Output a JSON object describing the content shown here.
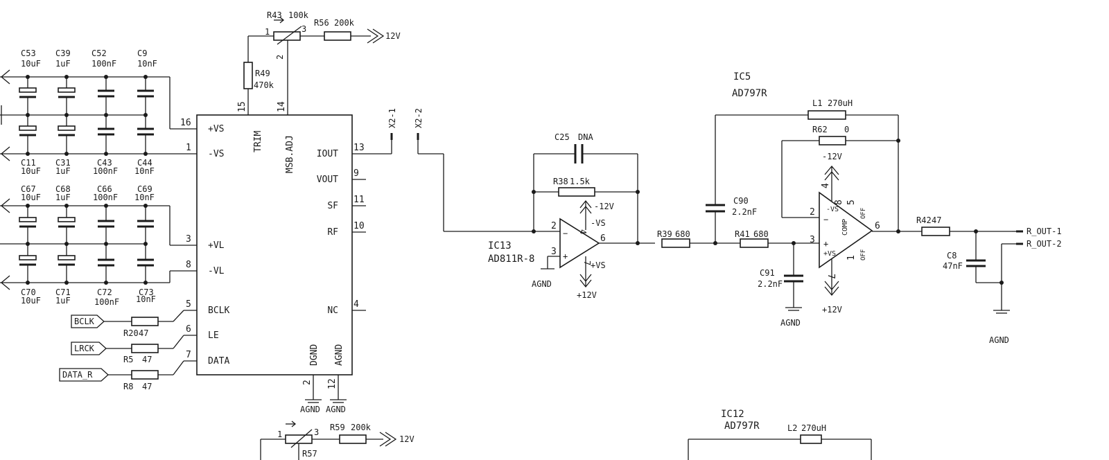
{
  "ic_main": {
    "left_pins": [
      {
        "num": "16",
        "name": "+VS"
      },
      {
        "num": "1",
        "name": "-VS"
      },
      {
        "num": "3",
        "name": "+VL"
      },
      {
        "num": "8",
        "name": "-VL"
      },
      {
        "num": "5",
        "name": "BCLK"
      },
      {
        "num": "6",
        "name": "LE"
      },
      {
        "num": "7",
        "name": "DATA"
      }
    ],
    "right_pins": [
      {
        "num": "13",
        "name": "IOUT"
      },
      {
        "num": "9",
        "name": "VOUT"
      },
      {
        "num": "11",
        "name": "SF"
      },
      {
        "num": "10",
        "name": "RF"
      },
      {
        "num": "4",
        "name": "NC"
      }
    ],
    "top_pins": [
      {
        "num": "15",
        "name": "TRIM"
      },
      {
        "num": "14",
        "name": "MSB.ADJ"
      }
    ],
    "bottom_pins": [
      {
        "num": "2",
        "name": "DGND"
      },
      {
        "num": "12",
        "name": "AGND"
      }
    ],
    "gnd_labels": [
      "AGND",
      "AGND"
    ]
  },
  "caps_top": [
    {
      "name": "C53",
      "value": "10uF"
    },
    {
      "name": "C39",
      "value": "1uF"
    },
    {
      "name": "C52",
      "value": "100nF"
    },
    {
      "name": "C9",
      "value": "10nF"
    }
  ],
  "caps_top_bottom": [
    {
      "name": "C11",
      "value": "10uF"
    },
    {
      "name": "C31",
      "value": "1uF"
    },
    {
      "name": "C43",
      "value": "100nF"
    },
    {
      "name": "C44",
      "value": "10nF"
    }
  ],
  "caps_mid_top": [
    {
      "name": "C67",
      "value": "10uF"
    },
    {
      "name": "C68",
      "value": "1uF"
    },
    {
      "name": "C66",
      "value": "100nF"
    },
    {
      "name": "C69",
      "value": "10nF"
    }
  ],
  "caps_mid_bottom": [
    {
      "name": "C70",
      "value": "10uF"
    },
    {
      "name": "C71",
      "value": "1uF"
    },
    {
      "name": "C72",
      "value": "100nF"
    },
    {
      "name": "C73",
      "value": "10nF"
    }
  ],
  "inputs": [
    {
      "net": "BCLK",
      "res": "R20",
      "value": "47"
    },
    {
      "net": "LRCK",
      "res": "R5",
      "value": "47"
    },
    {
      "net": "DATA_R",
      "res": "R8",
      "value": "47"
    }
  ],
  "trim_top": {
    "pot": "R43",
    "pot_value": "100k",
    "pin1": "1",
    "pin2": "2",
    "pin3": "3",
    "r_series": "R56",
    "r_series_value": "200k",
    "r_shunt": "R49",
    "r_shunt_value": "470k",
    "supply": "12V"
  },
  "trim_bottom": {
    "pin1": "1",
    "pin3": "3",
    "pot_partial": "R57",
    "r_series": "R59",
    "r_series_value": "200k",
    "supply": "12V"
  },
  "connectors": [
    "X2-1",
    "X2-2"
  ],
  "ic13": {
    "name": "IC13",
    "part": "AD811R-8",
    "pin_inv": "2",
    "pin_noninv": "3",
    "pin_out": "6",
    "pin_vneg": "4",
    "pin_vpos": "7",
    "vneg_label": "-VS",
    "vpos_label": "+VS",
    "vneg_supply": "-12V",
    "vpos_supply": "+12V",
    "gnd": "AGND"
  },
  "c25": {
    "name": "C25",
    "value": "DNA"
  },
  "r38": {
    "name": "R38",
    "value": "1.5k"
  },
  "r39": {
    "name": "R39",
    "value": "680"
  },
  "r41": {
    "name": "R41",
    "value": "680"
  },
  "c90": {
    "name": "C90",
    "value": "2.2nF"
  },
  "c91": {
    "name": "C91",
    "value": "2.2nF",
    "gnd": "AGND"
  },
  "ic5": {
    "name": "IC5",
    "part": "AD797R",
    "pin_inv": "2",
    "pin_noninv": "3",
    "pin_out": "6",
    "pin_vneg": "4",
    "pin_vpos": "7",
    "pin8": "8",
    "pin5": "5",
    "pin1": "1",
    "label_vneg": "-VS",
    "label_vpos": "+VS",
    "label_comp": "COMP",
    "label_off1": "OFF",
    "label_off2": "OFF",
    "vneg_supply": "-12V",
    "vpos_supply": "+12V"
  },
  "l1": {
    "name": "L1",
    "value": "270uH"
  },
  "r62": {
    "name": "R62",
    "value": "0"
  },
  "r42": {
    "name": "R42",
    "value": "47"
  },
  "c8": {
    "name": "C8",
    "value": "47nF"
  },
  "outputs": [
    "R_OUT-1",
    "R_OUT-2"
  ],
  "out_gnd": "AGND",
  "ic12": {
    "name": "IC12",
    "part": "AD797R"
  },
  "l2": {
    "name": "L2",
    "value": "270uH"
  }
}
